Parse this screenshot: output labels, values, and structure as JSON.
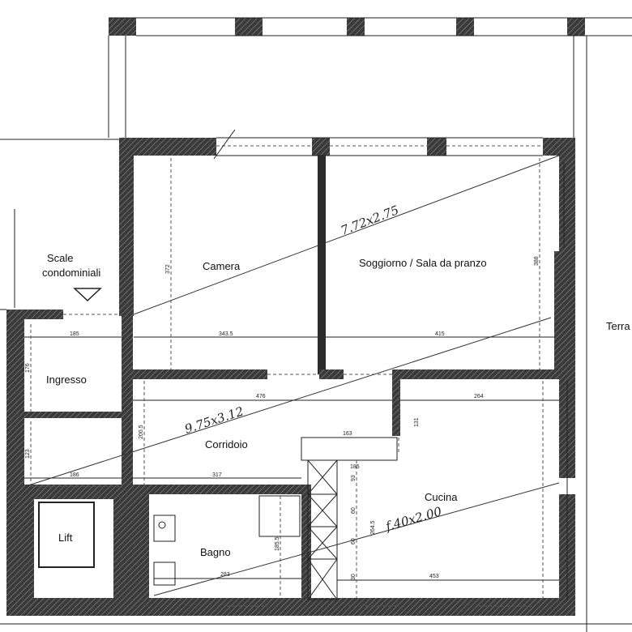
{
  "rooms": {
    "camera": "Camera",
    "soggiorno": "Soggiorno / Sala da pranzo",
    "ingresso": "Ingresso",
    "corridoio": "Corridoio",
    "cucina": "Cucina",
    "bagno": "Bagno",
    "lift": "Lift",
    "scale_line1": "Scale",
    "scale_line2": "condominiali",
    "terrazzo": "Terra"
  },
  "handwritten": {
    "camera_soggiorno": "7.72x2.75",
    "corridoio": "9.75x3.12",
    "cucina": "f.40x2.00"
  },
  "dimensions": {
    "d185_top": "185",
    "d3435": "343.5",
    "d415": "415",
    "d372": "372",
    "d388": "388",
    "d176": "176",
    "d476": "476",
    "d264": "264",
    "d2005": "200.5",
    "d131": "131",
    "d163": "163",
    "d123": "123",
    "d186": "186",
    "d317": "317",
    "d185_k": "185",
    "d93": "93",
    "d60a": "60",
    "d60b": "60",
    "d2645": "264.5",
    "d30": "30",
    "d453": "453",
    "d283": "283",
    "d1855": "185.5"
  }
}
